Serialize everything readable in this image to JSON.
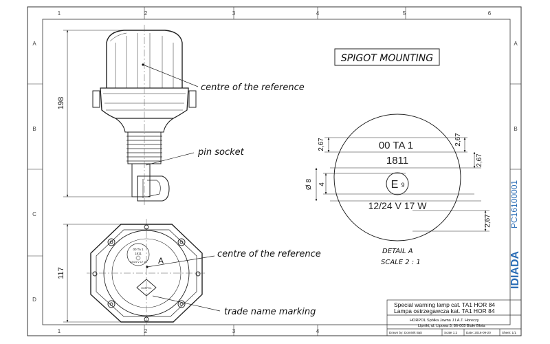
{
  "grid": {
    "columns": [
      "1",
      "2",
      "3",
      "4",
      "5",
      "6"
    ],
    "rows": [
      "A",
      "B",
      "C",
      "D"
    ]
  },
  "titles": {
    "spigot": "SPIGOT MOUNTING",
    "detail": "DETAIL A",
    "scale": "SCALE 2 : 1"
  },
  "labels": {
    "centre_top": "centre of the reference",
    "pin_socket": "pin socket",
    "centre_bottom": "centre of the reference",
    "trade_name": "trade name marking",
    "detail_letter": "A"
  },
  "dimensions": {
    "height_top": "198",
    "height_bottom": "117",
    "d1": "2,67",
    "d2": "2,67",
    "d3": "2,67",
    "d4": "2,67",
    "dia": "Ø 8",
    "four": "4"
  },
  "marking": {
    "code": "00 TA 1",
    "date": "1811",
    "e_mark": "E",
    "e_num": "9",
    "voltage": "12/24 V  17 W"
  },
  "mini_marking": {
    "code": "00 TA 1",
    "date": "1811",
    "voltage": "12/24 V  17 W"
  },
  "brand": {
    "name": "HORPOL",
    "vertical_logo": "IDIADA",
    "vertical_code": "PC16100001"
  },
  "title_block": {
    "line1": "Special warning lamp cat. TA1 HOR 84",
    "line2": "Lampa ostrzegawcza kat. TA1 HOR 84",
    "company1": "HORPOL Spółka Jawna    J.I.A.T. Horeczy",
    "company2": "Lipniki, ul. Lipowa 3, 86-005 Białe Błota",
    "drawn_by": "Drawn by: Dominik Bąk",
    "scale": "Scale 1:2",
    "date": "Date: 2016-09-20",
    "sheet": "Sheet: 1/1"
  }
}
